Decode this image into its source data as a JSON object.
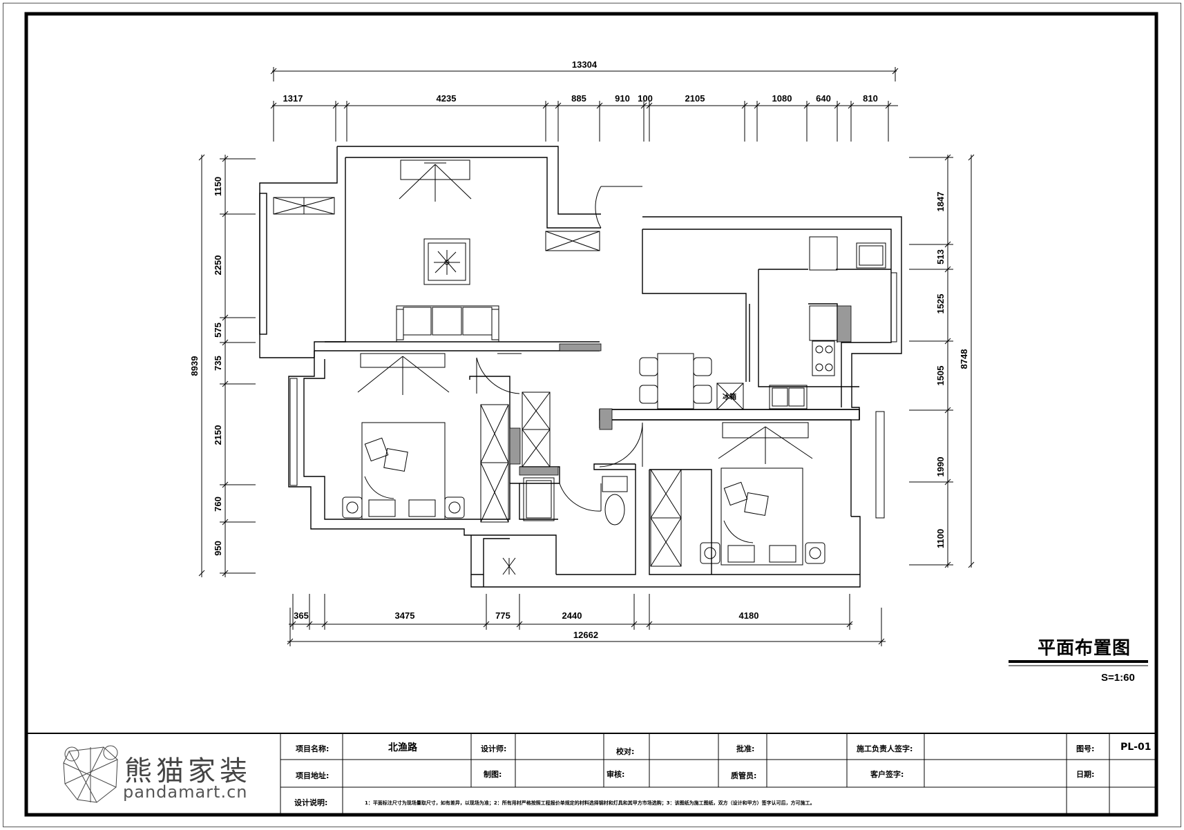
{
  "drawing": {
    "title": "平面布置图",
    "scale": "S=1:60"
  },
  "dimensions": {
    "top_total": "13304",
    "top_segments": [
      "1317",
      "4235",
      "885",
      "910",
      "100",
      "2105",
      "1080",
      "640",
      "810"
    ],
    "bottom_segments": [
      "365",
      "3475",
      "775",
      "2440",
      "4180"
    ],
    "bottom_total": "12662",
    "left_total": "8939",
    "left_segments": [
      "1150",
      "2250",
      "575",
      "735",
      "2150",
      "760",
      "950"
    ],
    "right_total": "8748",
    "right_segments": [
      "1847",
      "513",
      "1525",
      "1505",
      "1990",
      "1100"
    ]
  },
  "plan_labels": {
    "fridge": "冰箱"
  },
  "title_block": {
    "project_name_label": "项目名称:",
    "project_name": "北渔路",
    "designer_label": "设计师:",
    "proofread_label": "校对:",
    "approve_label": "批准:",
    "construction_lead_label": "施工负责人签字:",
    "drawing_no_label": "图号:",
    "drawing_no": "PL-01",
    "project_address_label": "项目地址:",
    "drafter_label": "制图:",
    "review_label": "审核:",
    "qc_label": "质管员:",
    "client_sign_label": "客户签字:",
    "date_label": "日期:",
    "notes_label": "设计说明:",
    "notes": "1：平面标注尺寸为现场量取尺寸，如有差异，以现场为准；2：所有用材严格按照工程报价单规定的材料选择钢材和灯具和其甲方市场选购；3：该图纸为施工图纸，双方（设计和甲方）签字认可后，方可施工。"
  },
  "logo": {
    "name": "熊猫家装",
    "url": "pandamart.cn"
  }
}
